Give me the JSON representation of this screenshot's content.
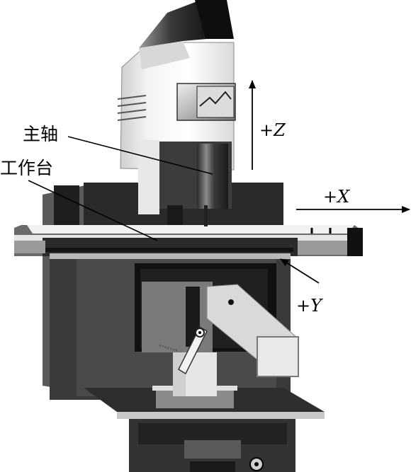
{
  "labels": {
    "spindle": "主轴",
    "worktable": "工作台"
  },
  "axes": {
    "z": {
      "sign": "+",
      "letter": "Z"
    },
    "x": {
      "sign": "+",
      "letter": "X"
    },
    "y": {
      "sign": "+",
      "letter": "Y"
    }
  }
}
